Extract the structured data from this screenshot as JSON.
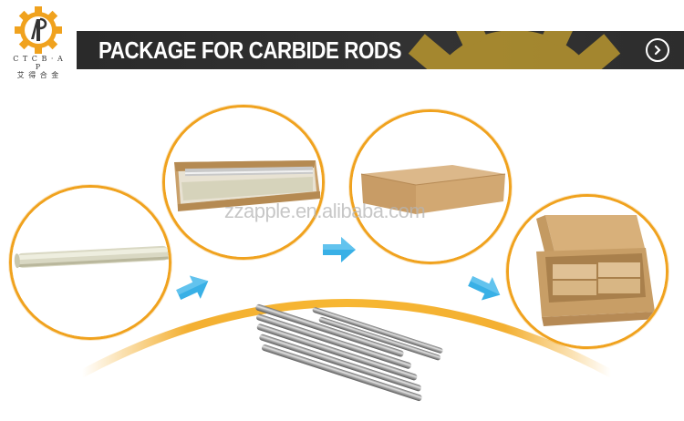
{
  "logo": {
    "text": "C T C B · A P",
    "text_cn": "艾 得 合 金",
    "initials": "AP",
    "color": "#f0a21e"
  },
  "banner": {
    "title": "PACKAGE FOR CARBIDE RODS",
    "background": "#2d2d2d",
    "accent": "#c9a23a"
  },
  "watermark": "zzapple.en.alibaba.com",
  "steps": [
    {
      "icon": "wrapped-rod-image"
    },
    {
      "icon": "open-box-with-rods-image"
    },
    {
      "icon": "closed-carton-image"
    },
    {
      "icon": "packed-cartons-image"
    }
  ],
  "colors": {
    "circle_border": "#f0a21e",
    "arrow": "#39b0e6",
    "arc": "#f2a71b"
  }
}
